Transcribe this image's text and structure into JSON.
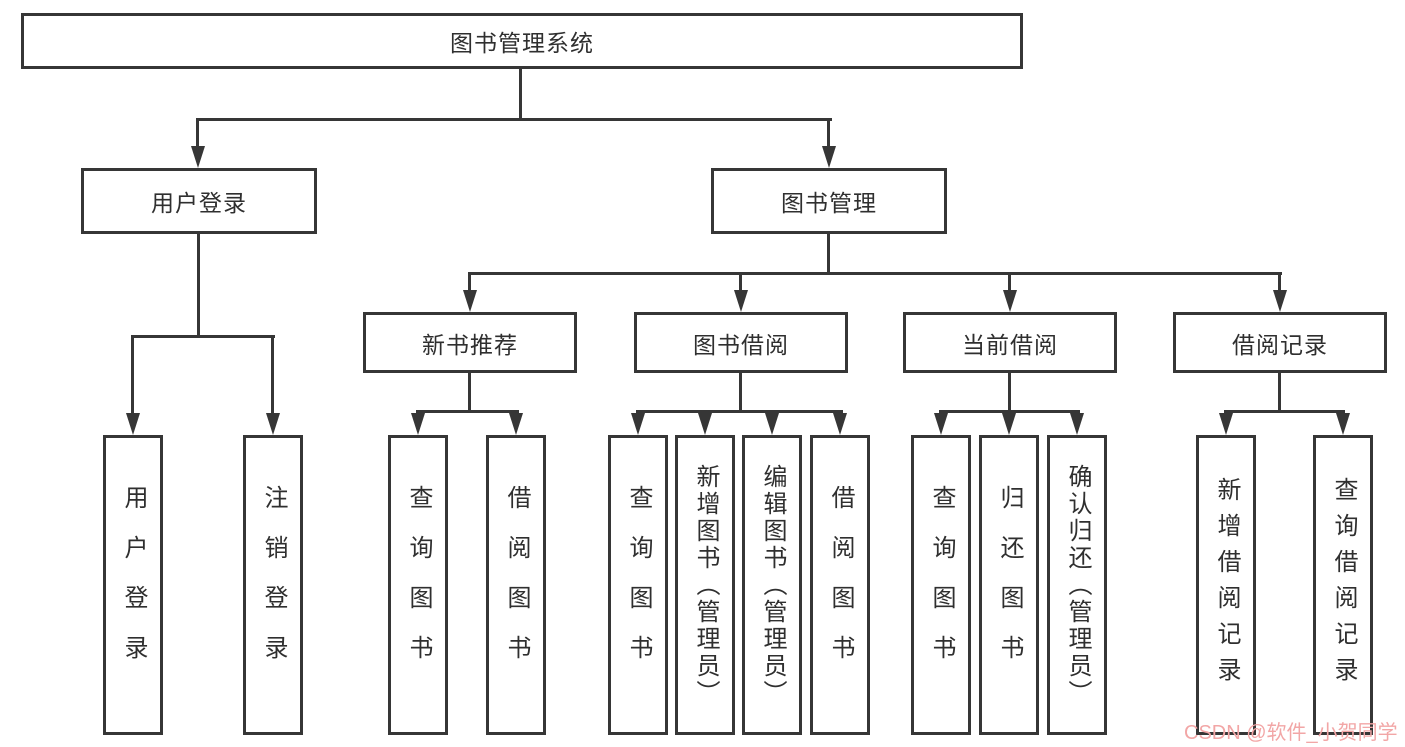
{
  "diagram": {
    "title": "图书管理系统",
    "watermark": "CSDN @软件_小贺同学"
  },
  "colors": {
    "line": "#363636",
    "box_border": "#363636",
    "text": "#2f2f2f",
    "watermark": "#f2a6a6",
    "background": "#ffffff"
  },
  "tree": {
    "root": {
      "label": "图书管理系统",
      "children": [
        {
          "label": "用户登录",
          "children": [
            {
              "label": "用户登录"
            },
            {
              "label": "注销登录"
            }
          ]
        },
        {
          "label": "图书管理",
          "children": [
            {
              "label": "新书推荐",
              "children": [
                {
                  "label": "查询图书"
                },
                {
                  "label": "借阅图书"
                }
              ]
            },
            {
              "label": "图书借阅",
              "children": [
                {
                  "label": "查询图书"
                },
                {
                  "label": "新增图书（管理员）"
                },
                {
                  "label": "编辑图书（管理员）"
                },
                {
                  "label": "借阅图书"
                }
              ]
            },
            {
              "label": "当前借阅",
              "children": [
                {
                  "label": "查询图书"
                },
                {
                  "label": "归还图书"
                },
                {
                  "label": "确认归还（管理员）"
                }
              ]
            },
            {
              "label": "借阅记录",
              "children": [
                {
                  "label": "新增借阅记录"
                },
                {
                  "label": "查询借阅记录"
                }
              ]
            }
          ]
        }
      ]
    }
  }
}
